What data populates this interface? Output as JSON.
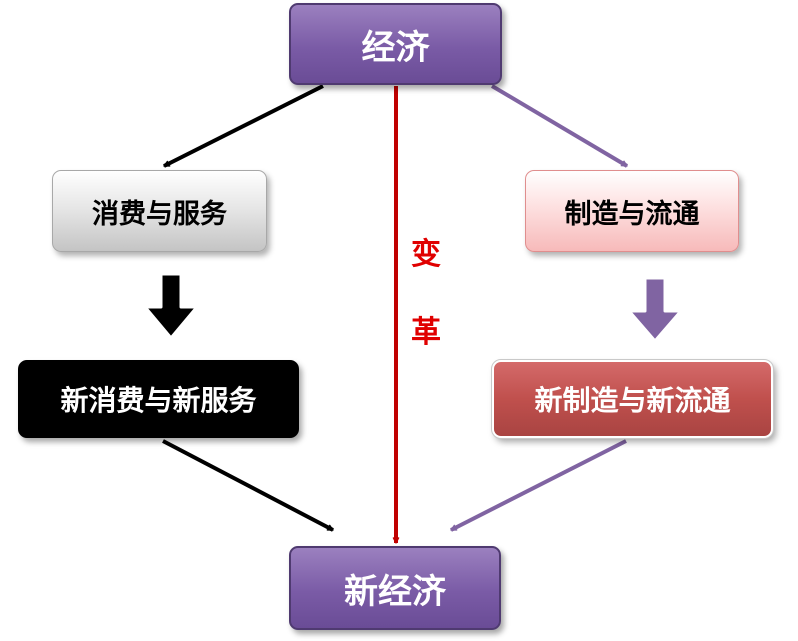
{
  "nodes": {
    "economy": "经济",
    "consumption_services": "消费与服务",
    "manufacturing_circulation": "制造与流通",
    "new_consumption_services": "新消费与新服务",
    "new_manufacturing_circulation": "新制造与新流通",
    "new_economy": "新经济"
  },
  "center_label": {
    "char1": "变",
    "char2": "革"
  },
  "colors": {
    "purple": "#7a5ba6",
    "purple_arrow": "#8064a2",
    "black": "#000000",
    "red": "#c00000",
    "label_red": "#e00000",
    "rose": "#c0504d"
  }
}
